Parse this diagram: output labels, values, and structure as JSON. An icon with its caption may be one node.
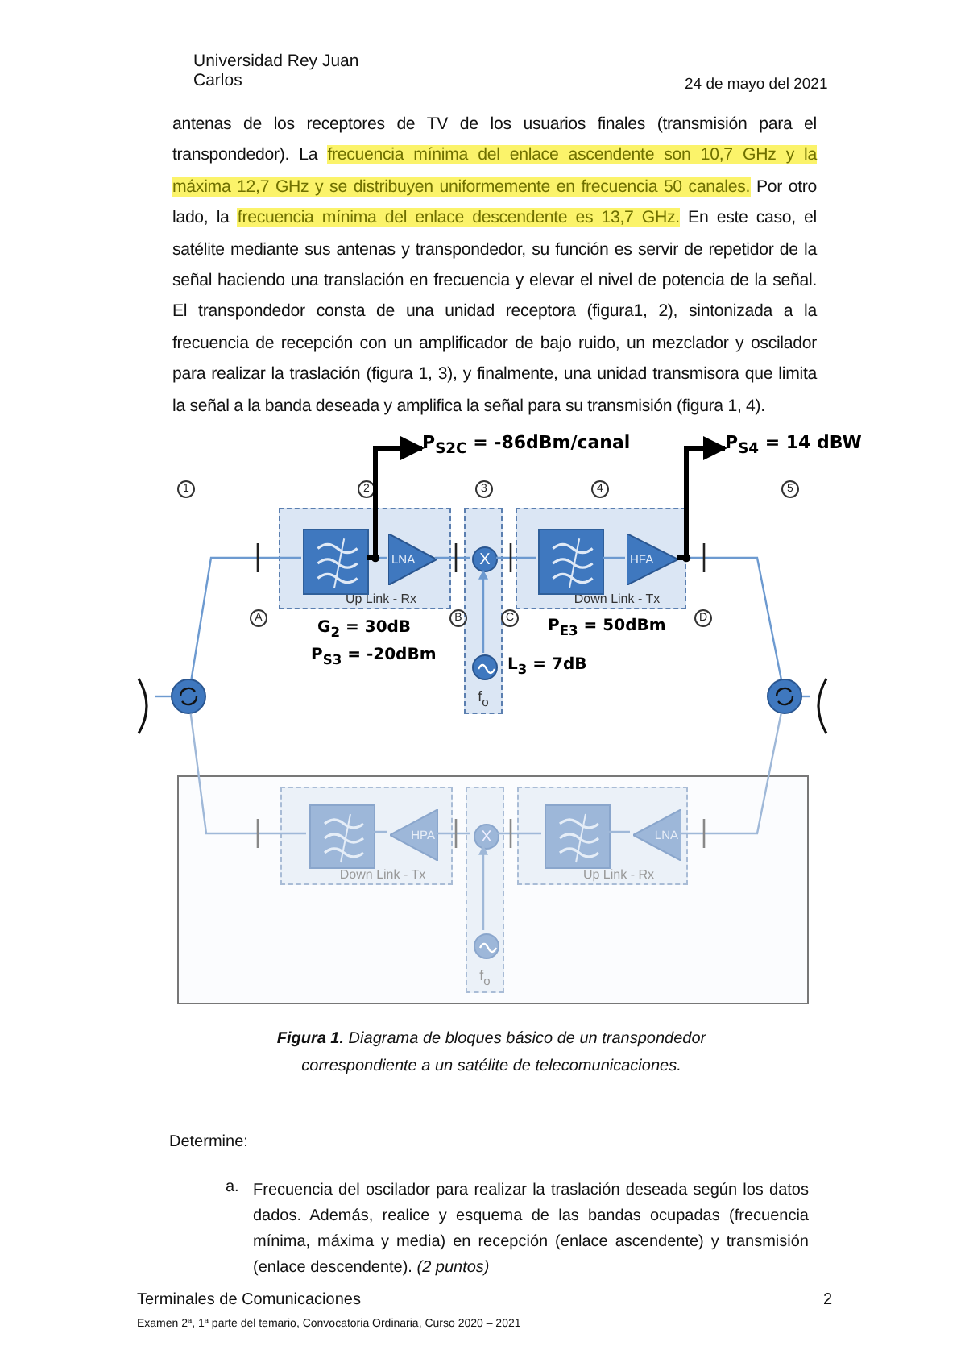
{
  "diagram": {
    "caption": "**Figura 1.** Diagrama de bloques básico de un transpondedor correspondiente a un satélite de telecomunicaciones.",
    "nodes": [
      {
        "text": [],
        "shape": "circle"
      },
      {
        "text": [
          "Up Link - Rx"
        ]
      },
      {
        "text": [],
        "shape": "box",
        "in": 1
      },
      {
        "text": [
          "LNA"
        ],
        "in": 1
      },
      {
        "text": [
          "f$_{o}$"
        ]
      },
      {
        "text": [
          "X"
        ],
        "in": 4
      },
      {
        "text": [],
        "shape": "circle",
        "in": 4
      },
      {
        "text": [
          "Down Link - Tx"
        ]
      },
      {
        "text": [],
        "shape": "box",
        "in": 7
      },
      {
        "text": [
          "HFA"
        ],
        "in": 7
      },
      {
        "text": [],
        "shape": "circle"
      },
      {
        "text": [],
        "shape": "box"
      },
      {
        "text": [
          "Down Link - Tx"
        ],
        "in": 11
      },
      {
        "text": [],
        "shape": "box",
        "in": 12
      },
      {
        "text": [
          "HPA"
        ],
        "in": 12
      },
      {
        "text": [
          "f$_{o}$"
        ],
        "in": 11
      },
      {
        "text": [
          "X"
        ],
        "in": 15
      },
      {
        "text": [],
        "shape": "circle",
        "in": 15
      },
      {
        "text": [
          "Up Link - Rx"
        ],
        "in": 11
      },
      {
        "text": [],
        "shape": "box",
        "in": 18
      },
      {
        "text": [
          "LNA"
        ],
        "in": 18
      },
      {
        "text": [
          "P$_{S2C}$ = -86dBm/canal"
        ]
      },
      {
        "text": [
          "P$_{S4}$ = 14 dBW"
        ]
      },
      {
        "text": [],
        "shape": "antenna"
      },
      {
        "text": [],
        "shape": "antenna"
      }
    ],
    "edges": [
      {
        "from": 0,
        "to": 2,
        "arrow": "none"
      },
      {
        "from": 2,
        "to": 3,
        "arrow": "none"
      },
      {
        "from": 3,
        "to": 5,
        "arrow": "none"
      },
      {
        "from": 5,
        "to": 8,
        "arrow": "none"
      },
      {
        "from": 8,
        "to": 9,
        "arrow": "none"
      },
      {
        "from": 9,
        "to": 10,
        "arrow": "none"
      },
      {
        "from": 6,
        "to": 5,
        "arrow": "to"
      },
      {
        "from": 0,
        "to": 13,
        "arrow": "none"
      },
      {
        "from": 13,
        "to": 14,
        "arrow": "none"
      },
      {
        "from": 14,
        "to": 16,
        "arrow": "none"
      },
      {
        "from": 17,
        "to": 16,
        "arrow": "to"
      },
      {
        "from": 16,
        "to": 19,
        "arrow": "none"
      },
      {
        "from": 19,
        "to": 20,
        "arrow": "none"
      },
      {
        "from": 20,
        "to": 10,
        "arrow": "none"
      },
      {
        "from": 23,
        "to": 0,
        "arrow": "none"
      },
      {
        "from": 10,
        "to": 24,
        "arrow": "none"
      },
      {
        "from": 2,
        "to": 21,
        "arrow": "to",
        "style": "thick",
        "color": "#000000"
      },
      {
        "from": 9,
        "to": 22,
        "arrow": "to",
        "style": "thick",
        "color": "#000000"
      }
    ],
    "labels": [
      "Universidad Rey Juan Carlos",
      "24 de mayo del 2021",
      "antenas de los receptores de TV de los usuarios finales (transmisión para el transpondedor). La",
      "frecuencia mínima del enlace ascendente son 10,7 GHz y la máxima 12,7 GHz y se distribuyen uniformemente en frecuencia 50 canales.",
      "Por otro lado, la",
      "frecuencia mínima del enlace descendente es 13,7 GHz.",
      "En este caso, el satélite mediante sus antenas y transpondedor, su función es servir de repetidor de la señal haciendo una translación en frecuencia y elevar el nivel de potencia de la señal. El transpondedor consta de una unidad receptora (figura1, 2), sintonizada a la frecuencia de recepción con un amplificador de bajo ruido, un mezclador y oscilador para realizar la traslación (figura 1, 3), y finalmente, una unidad transmisora que limita la señal a la banda deseada y amplifica la señal para su transmisión (figura 1, 4).",
      "1",
      "2",
      "3",
      "4",
      "5",
      "A",
      "B",
      "C",
      "D",
      "G$_{2}$ = 30dB",
      "P$_{E3}$ = 50dBm",
      "P$_{S3}$ = -20dBm",
      "L$_{3}$ = 7dB",
      "Determine:",
      "a.",
      "Frecuencia del oscilador para realizar la traslación deseada según los datos dados. Además, realice y esquema de las bandas ocupadas (frecuencia mínima, máxima y media) en recepción (enlace ascendente) y transmisión (enlace descendente). *(2 puntos)*",
      "Terminales de Comunicaciones",
      "2",
      "Examen 2ª, 1ª parte del temario, Convocatoria Ordinaria, Curso 2020 – 2021"
    ]
  }
}
